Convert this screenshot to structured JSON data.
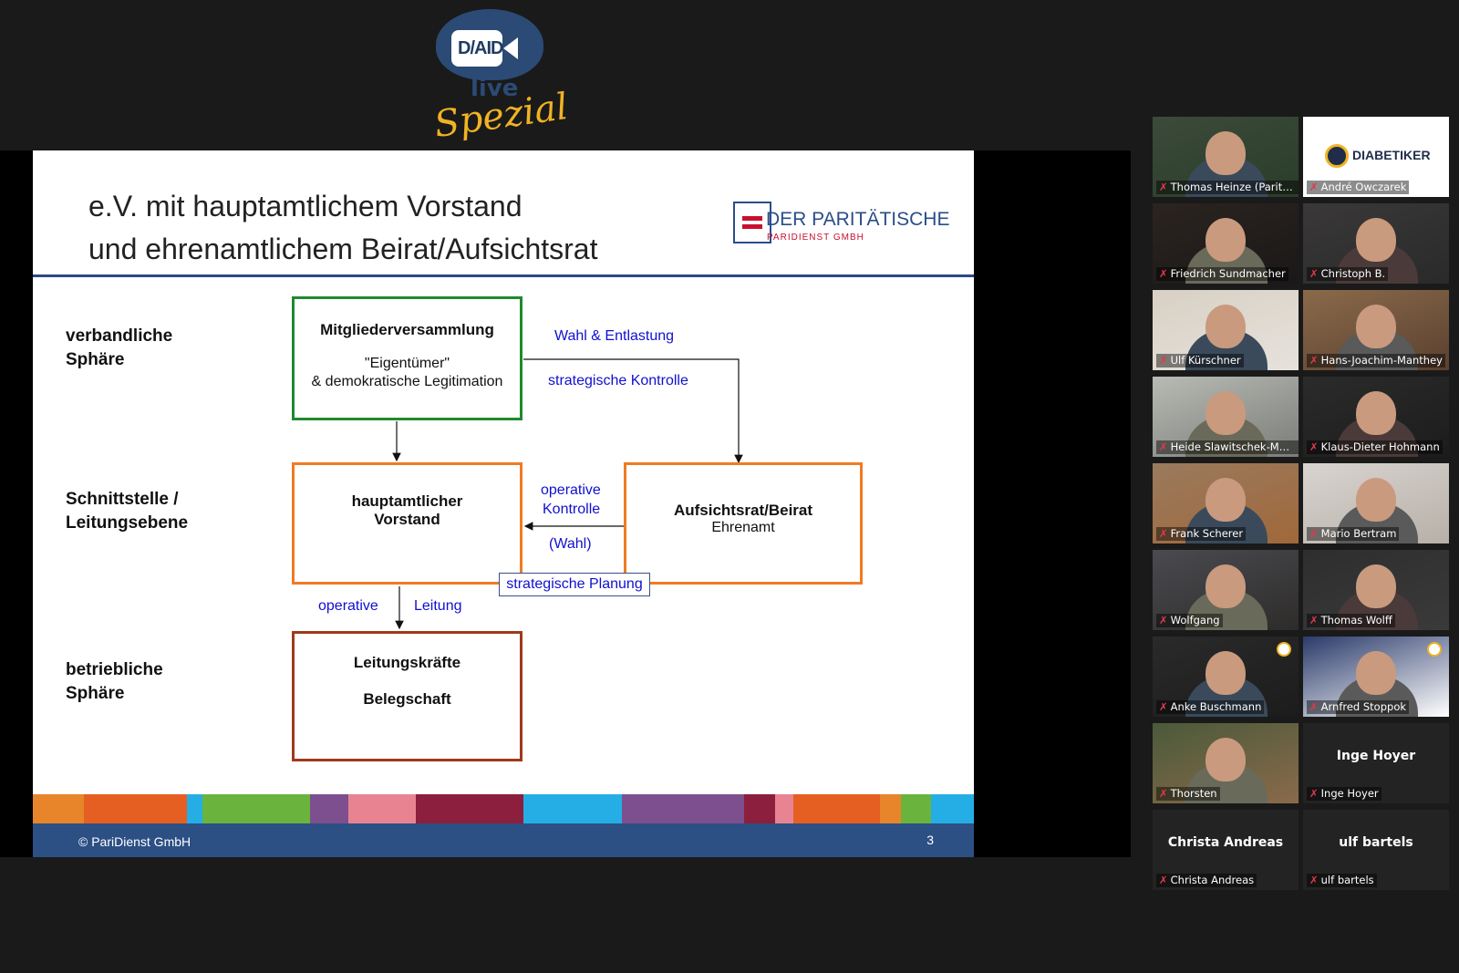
{
  "logo": {
    "tag": "D/AID",
    "live": "live",
    "spezial": "Spezial"
  },
  "slide": {
    "title_line1": "e.V. mit hauptamtlichem Vorstand",
    "title_line2": "und ehrenamtlichem Beirat/Aufsichtsrat",
    "brand_name": "DER PARITÄTISCHE",
    "brand_sub": "PARIDIENST GMBH",
    "spheres": {
      "top": [
        "verbandliche",
        "Sphäre"
      ],
      "middle": [
        "Schnittstelle /",
        "Leitungsebene"
      ],
      "bottom": [
        "betriebliche",
        "Sphäre"
      ]
    },
    "boxes": {
      "members": {
        "title": "Mitgliederversammlung",
        "line1": "\"Eigentümer\"",
        "line2": "& demokratische Legitimation"
      },
      "board": {
        "line1": "hauptamtlicher",
        "line2": "Vorstand"
      },
      "supervisory": {
        "title": "Aufsichtsrat/Beirat",
        "sub": "Ehrenamt"
      },
      "staff": {
        "line1": "Leitungskräfte",
        "line2": "Belegschaft"
      }
    },
    "labels": {
      "wahl_entlastung": "Wahl & Entlastung",
      "strategische_kontrolle": "strategische Kontrolle",
      "operative_kontrolle_1": "operative",
      "operative_kontrolle_2": "Kontrolle",
      "wahl": "(Wahl)",
      "strategische_planung": "strategische Planung",
      "operative": "operative",
      "leitung": "Leitung"
    },
    "footer_copyright": "© PariDienst GmbH",
    "page_number": "3",
    "stripe_colors": [
      "#e8852a",
      "#e55f22",
      "#25aee6",
      "#6ab43e",
      "#7e4f8e",
      "#e88491",
      "#8b1f3d",
      "#25aee6",
      "#7e4f8e",
      "#8b1f3d",
      "#e88491",
      "#e55f22",
      "#e8852a",
      "#6ab43e",
      "#25aee6"
    ]
  },
  "participants": [
    {
      "name": "Thomas Heinze (Parität ...",
      "active": true
    },
    {
      "name": "André Owczarek",
      "logo_text": "DIABETIKER"
    },
    {
      "name": "Friedrich Sundmacher"
    },
    {
      "name": "Christoph B."
    },
    {
      "name": "Ulf Kürschner"
    },
    {
      "name": "Hans-Joachim-Manthey"
    },
    {
      "name": "Heide Slawitschek-Mulle"
    },
    {
      "name": "Klaus-Dieter Hohmann"
    },
    {
      "name": "Frank Scherer"
    },
    {
      "name": "Mario Bertram"
    },
    {
      "name": "Wolfgang"
    },
    {
      "name": "Thomas Wolff"
    },
    {
      "name": "Anke Buschmann"
    },
    {
      "name": "Arnfred Stoppok"
    },
    {
      "name": "Thorsten"
    },
    {
      "name": "Inge Hoyer",
      "display": "Inge Hoyer"
    },
    {
      "name": "Christa Andreas",
      "display": "Christa Andreas"
    },
    {
      "name": "ulf bartels",
      "display": "ulf bartels"
    }
  ],
  "icons": {
    "mic_muted": "mic-muted-icon",
    "mic_off_symbol": "✗"
  }
}
